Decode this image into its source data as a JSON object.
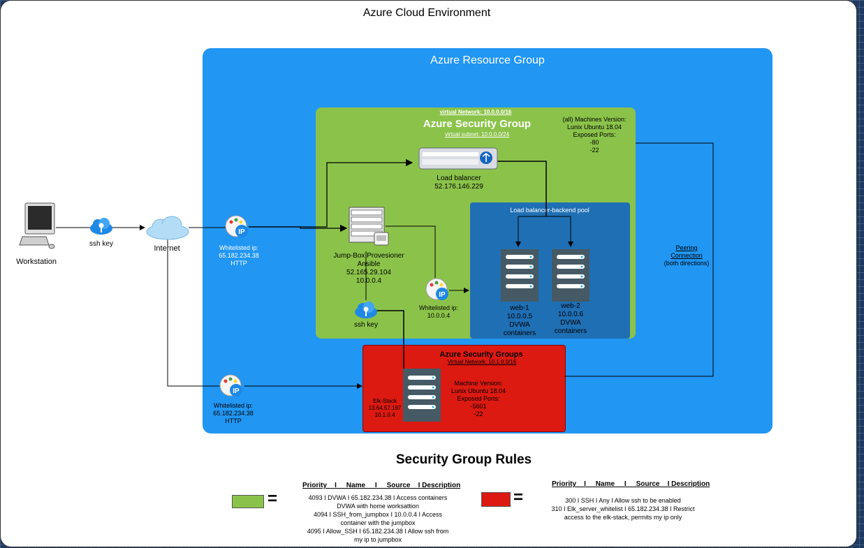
{
  "title": "Azure Cloud Environment",
  "resource_group": {
    "label": "Azure Resource Group"
  },
  "security_group": {
    "vnet": "virtual Network: 10.0.0.0/16",
    "title": "Azure Security Group",
    "subnet": "virtual subnet: 10.0.0.0/24",
    "machines_info": [
      "(all) Machines Version:",
      "Lunix Ubuntu 18.04",
      "Exposed Ports:",
      "-80",
      "-22"
    ]
  },
  "load_balancer": {
    "label": "Load balancer",
    "ip": "52.176.146.229"
  },
  "backend_pool": {
    "label": "Load balancer-backend pool"
  },
  "web1": {
    "lines": [
      "web-1",
      "10.0.0.5",
      "DVWA",
      "containers"
    ]
  },
  "web2": {
    "lines": [
      "web-2",
      "10.0.0.6",
      "DVWA",
      "containers"
    ]
  },
  "jumpbox": {
    "lines": [
      "Jump-Box Provesioner",
      "Ansible",
      "52.165.29.104",
      "10.0.0.4"
    ]
  },
  "ssh_key_inner": "ssh key",
  "whitelisted_inner": [
    "Whitelisted ip:",
    "10.0.0.4"
  ],
  "workstation": "Workstation",
  "ssh_key_outer": "ssh key",
  "internet": "Internet",
  "whitelisted_top": [
    "Whitelisted ip:",
    "65.182.234.38",
    "HTTP"
  ],
  "whitelisted_bottom": [
    "Whitelisted ip:",
    "65.182.234.38",
    "HTTP"
  ],
  "peering": [
    "Peering",
    "Connection",
    "(both directions)"
  ],
  "red_group": {
    "title": "Azure Security Groups",
    "vnet": "Virtual Network: 10.1.0.0/16",
    "elk": [
      "Elk-Stack",
      "13.64.57.197",
      "10.1.0.4"
    ],
    "machine_info": [
      "Machine Version:",
      "Lunix Ubuntu 18.04",
      "Exposed Ports:",
      "-5601",
      "-22"
    ]
  },
  "rules": {
    "title": "Security Group Rules",
    "equals": "=",
    "green_header": "Priority    I     Name     I     Source    I Description",
    "green_lines": [
      "4093   I    DVWA    I    65.182.234.38    I    Access containers",
      "DVWA with home worksattion",
      "4094   I    SSH_from_jumpbox    I    10.0.0.4    I      Access",
      "container with the jumpbox",
      "4095   I    Allow_SSH     I     65.182.234.38     I     Allow ssh from",
      "my ip to jumpbox"
    ],
    "red_header": "Priority    I     Name     I     Source    I Description",
    "red_lines": [
      "300   I    SSH  I    Any    I    Allow ssh to be enabled",
      "310   I     Elk_server_whitelist    I    65.182.234.38    I    Restrict",
      "access to the elk-stack, permits my ip only"
    ]
  },
  "colors": {
    "green": "#8bc34a",
    "red": "#dc1a12",
    "blue": "#2196f3",
    "pool": "#1f6fb4"
  }
}
